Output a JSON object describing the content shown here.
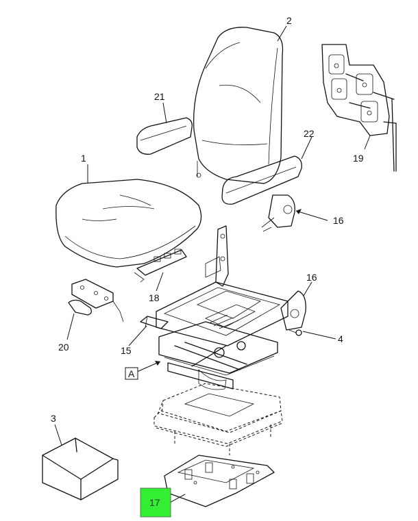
{
  "diagram": {
    "callouts": {
      "c1": "1",
      "c2": "2",
      "c3": "3",
      "c4": "4",
      "c15": "15",
      "c16a": "16",
      "c16b": "16",
      "c17": "17",
      "c18": "18",
      "c19": "19",
      "c20": "20",
      "c21": "21",
      "c22": "22",
      "cA": "A"
    },
    "highlight_color": "#33ee33",
    "highlighted_callout": "17"
  }
}
